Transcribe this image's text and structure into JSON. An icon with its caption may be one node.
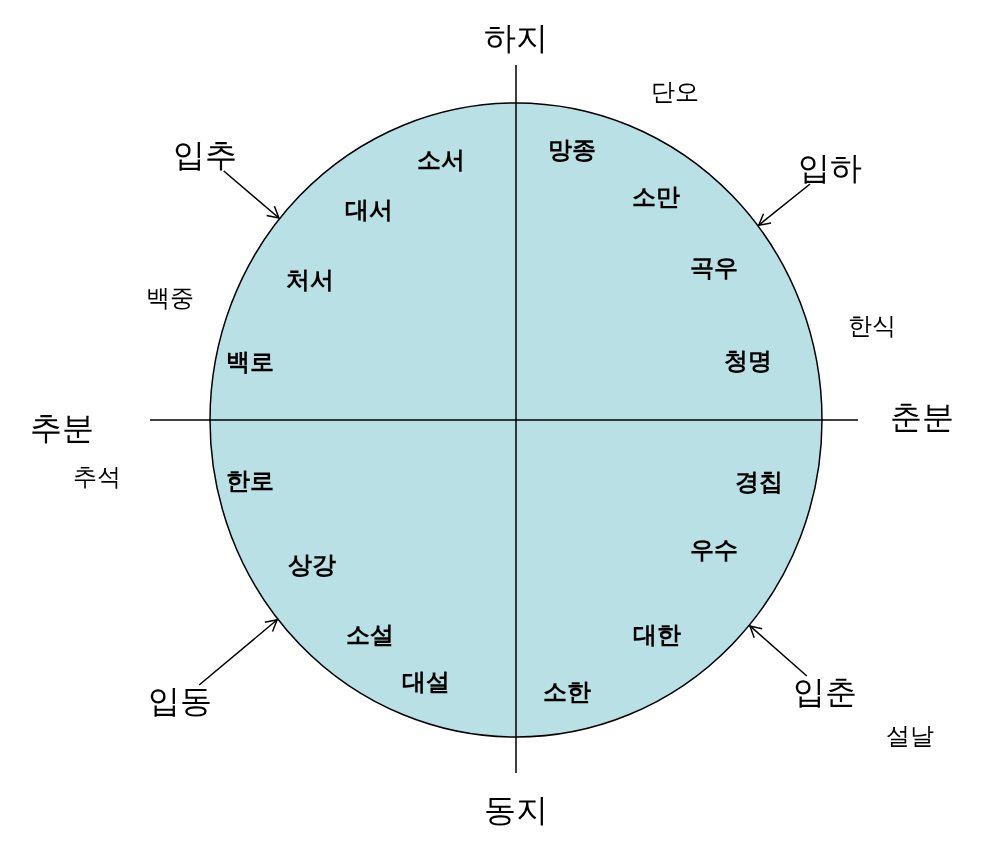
{
  "diagram": {
    "nodes": [
      {
        "text": [],
        "shape": "circle"
      },
      {
        "text": [
          "입추"
        ]
      },
      {
        "text": [
          "입하"
        ]
      },
      {
        "text": [
          "입동"
        ]
      },
      {
        "text": [
          "입춘"
        ]
      }
    ],
    "edges": [
      {
        "from": 1,
        "to": 0,
        "arrow": "to"
      },
      {
        "from": 2,
        "to": 0,
        "arrow": "to"
      },
      {
        "from": 3,
        "to": 0,
        "arrow": "to"
      },
      {
        "from": 4,
        "to": 0,
        "arrow": "to"
      }
    ],
    "labels": [
      "하지",
      "단오",
      "망종",
      "소서",
      "소만",
      "대서",
      "곡우",
      "처서",
      "백중",
      "한식",
      "백로",
      "청명",
      "추분",
      "춘분",
      "추석",
      "한로",
      "경칩",
      "우수",
      "상강",
      "소설",
      "대한",
      "대설",
      "소한",
      "설날",
      "동지"
    ]
  }
}
